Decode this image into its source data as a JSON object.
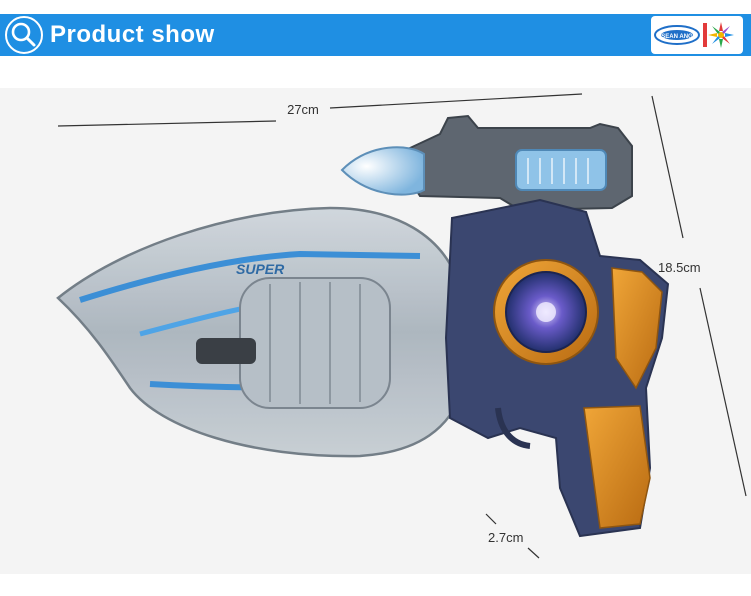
{
  "header": {
    "title": "Product  show",
    "icon": "search-icon",
    "bar_color": "#1f8fe3",
    "logo": {
      "icon": "brand-logo",
      "text": "SEAN ANG"
    }
  },
  "product_image": {
    "dimensions": {
      "width": "27cm",
      "height": "18.5cm",
      "depth": "2.7cm"
    },
    "decal_text": "SUPER"
  }
}
